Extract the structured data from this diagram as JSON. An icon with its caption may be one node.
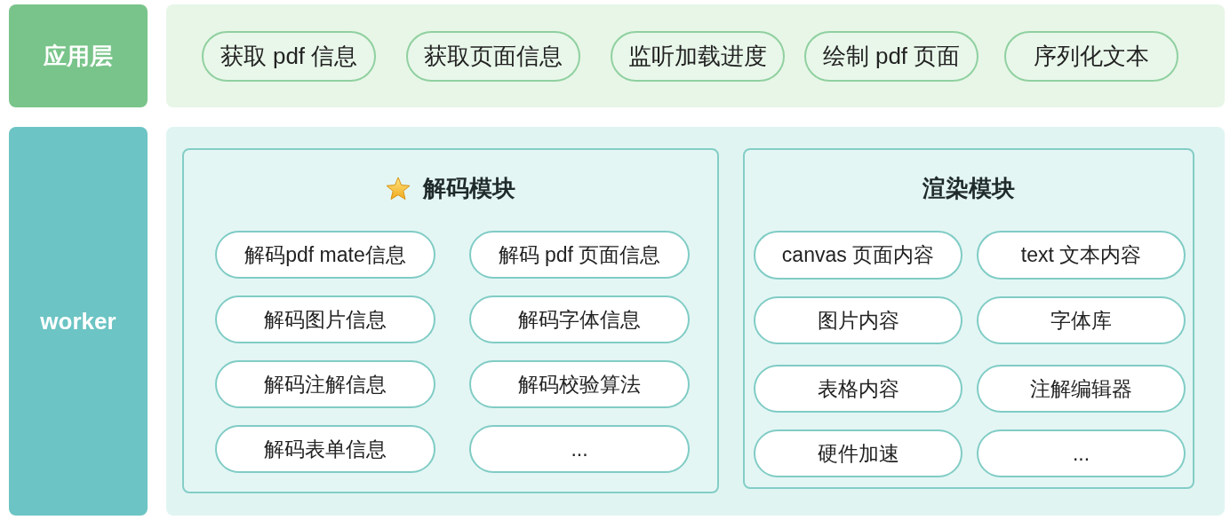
{
  "diagram": {
    "nodes": [
      {
        "text": [
          "应用层"
        ]
      },
      {
        "text": [],
        "shape": "box"
      },
      {
        "text": [
          "获取 pdf 信息"
        ],
        "in": 1
      },
      {
        "text": [
          "获取页面信息"
        ],
        "in": 1
      },
      {
        "text": [
          "监听加载进度"
        ],
        "in": 1
      },
      {
        "text": [
          "绘制 pdf 页面"
        ],
        "in": 1
      },
      {
        "text": [
          "序列化文本"
        ],
        "in": 1
      },
      {
        "text": [
          "worker"
        ]
      },
      {
        "text": [],
        "shape": "box"
      },
      {
        "text": [
          "解码模块"
        ],
        "in": 8
      },
      {
        "text": [
          "解码pdf mate信息"
        ],
        "in": 9
      },
      {
        "text": [
          "解码 pdf 页面信息"
        ],
        "in": 9
      },
      {
        "text": [
          "解码图片信息"
        ],
        "in": 9
      },
      {
        "text": [
          "解码字体信息"
        ],
        "in": 9
      },
      {
        "text": [
          "解码注解信息"
        ],
        "in": 9
      },
      {
        "text": [
          "解码校验算法"
        ],
        "in": 9
      },
      {
        "text": [
          "解码表单信息"
        ],
        "in": 9
      },
      {
        "text": [
          "..."
        ],
        "in": 9
      },
      {
        "text": [
          "渲染模块"
        ],
        "in": 8
      },
      {
        "text": [
          "canvas 页面内容"
        ],
        "in": 18
      },
      {
        "text": [
          "text 文本内容"
        ],
        "in": 18
      },
      {
        "text": [
          "图片内容"
        ],
        "in": 18
      },
      {
        "text": [
          "字体库"
        ],
        "in": 18
      },
      {
        "text": [
          "表格内容"
        ],
        "in": 18
      },
      {
        "text": [
          "注解编辑器"
        ],
        "in": 18
      },
      {
        "text": [
          "硬件加速"
        ],
        "in": 18
      },
      {
        "text": [
          "..."
        ],
        "in": 18
      }
    ]
  }
}
